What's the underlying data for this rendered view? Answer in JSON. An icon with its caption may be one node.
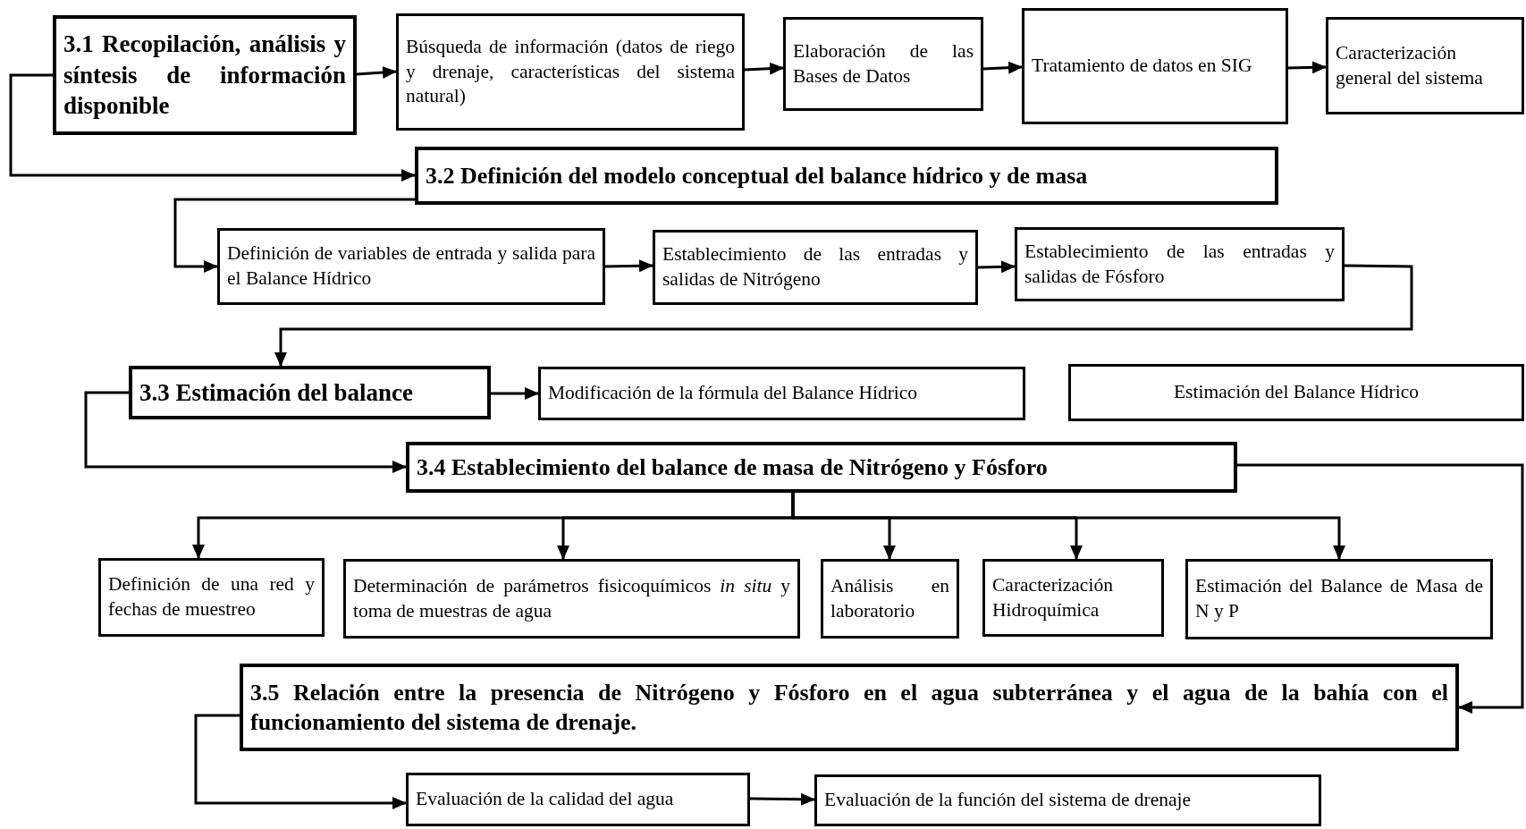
{
  "diagram": {
    "nodes": [
      {
        "text": [
          "3.1 Recopilación, análisis y síntesis de información disponible"
        ]
      },
      {
        "text": [
          "Búsqueda de información (datos de riego y drenaje, características del sistema natural)"
        ]
      },
      {
        "text": [
          "Elaboración de las Bases de Datos"
        ]
      },
      {
        "text": [
          "Tratamiento de datos en SIG"
        ]
      },
      {
        "text": [
          "Caracterización general del sistema"
        ]
      },
      {
        "text": [
          "3.2 Definición del modelo conceptual del balance hídrico y de masa"
        ]
      },
      {
        "text": [
          "Definición de variables de entrada y salida para el Balance Hídrico"
        ]
      },
      {
        "text": [
          "Establecimiento de las entradas y salidas de Nitrógeno"
        ]
      },
      {
        "text": [
          "Establecimiento de las entradas y salidas de Fósforo"
        ]
      },
      {
        "text": [
          "3.3 Estimación del balance"
        ]
      },
      {
        "text": [
          "Modificación de la fórmula del Balance Hídrico"
        ]
      },
      {
        "text": [
          "Estimación del Balance Hídrico"
        ]
      },
      {
        "text": [
          "3.4 Establecimiento del balance de masa de Nitrógeno y Fósforo"
        ]
      },
      {
        "text": [
          "Definición de una red y fechas de muestreo"
        ]
      },
      {
        "text": [
          "Determinación de parámetros fisicoquímicos *in situ* y toma de muestras de agua"
        ]
      },
      {
        "text": [
          "Análisis en laboratorio"
        ]
      },
      {
        "text": [
          "Caracterización Hidroquímica"
        ]
      },
      {
        "text": [
          "Estimación del Balance de Masa de N y P"
        ]
      },
      {
        "text": [
          "3.5 Relación entre la presencia de Nitrógeno y Fósforo en el agua subterránea y el agua de la bahía con el funcionamiento del sistema de drenaje."
        ]
      },
      {
        "text": [
          "Evaluación de la calidad del agua"
        ]
      },
      {
        "text": [
          "Evaluación de la función del sistema de drenaje"
        ]
      }
    ],
    "edges": [
      {
        "from": 0,
        "to": 1,
        "arrow": "to"
      },
      {
        "from": 1,
        "to": 2,
        "arrow": "to"
      },
      {
        "from": 2,
        "to": 3,
        "arrow": "to"
      },
      {
        "from": 3,
        "to": 4,
        "arrow": "to"
      },
      {
        "from": 0,
        "to": 5,
        "arrow": "to"
      },
      {
        "from": 5,
        "to": 6,
        "arrow": "to"
      },
      {
        "from": 6,
        "to": 7,
        "arrow": "to"
      },
      {
        "from": 7,
        "to": 8,
        "arrow": "to"
      },
      {
        "from": 8,
        "to": 9,
        "arrow": "to"
      },
      {
        "from": 9,
        "to": 10,
        "arrow": "to"
      },
      {
        "from": 9,
        "to": 12,
        "arrow": "to"
      },
      {
        "from": 12,
        "to": 13,
        "arrow": "to"
      },
      {
        "from": 12,
        "to": 14,
        "arrow": "to"
      },
      {
        "from": 12,
        "to": 15,
        "arrow": "to"
      },
      {
        "from": 12,
        "to": 16,
        "arrow": "to"
      },
      {
        "from": 12,
        "to": 17,
        "arrow": "to"
      },
      {
        "from": 12,
        "to": 18,
        "arrow": "to"
      },
      {
        "from": 18,
        "to": 19,
        "arrow": "to"
      },
      {
        "from": 19,
        "to": 20,
        "arrow": "to"
      }
    ]
  }
}
